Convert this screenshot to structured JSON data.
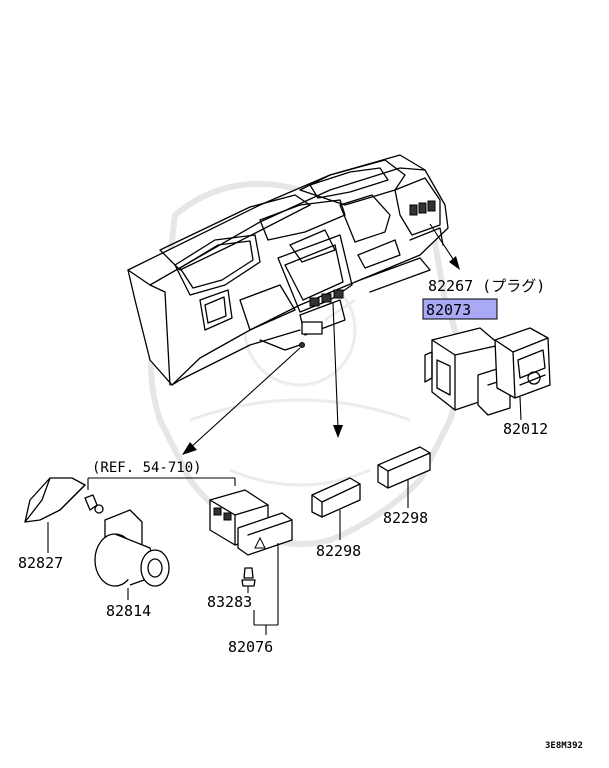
{
  "parts": {
    "p82267": "82267 (プラグ)",
    "p82073": "82073",
    "p82012": "82012",
    "ref": "(REF. 54-710)",
    "p82827": "82827",
    "p82814": "82814",
    "p82298a": "82298",
    "p82298b": "82298",
    "p83283": "83283",
    "p82076": "82076"
  },
  "drawing_code": "3E8M392",
  "highlight_color": "#a9a9f5"
}
